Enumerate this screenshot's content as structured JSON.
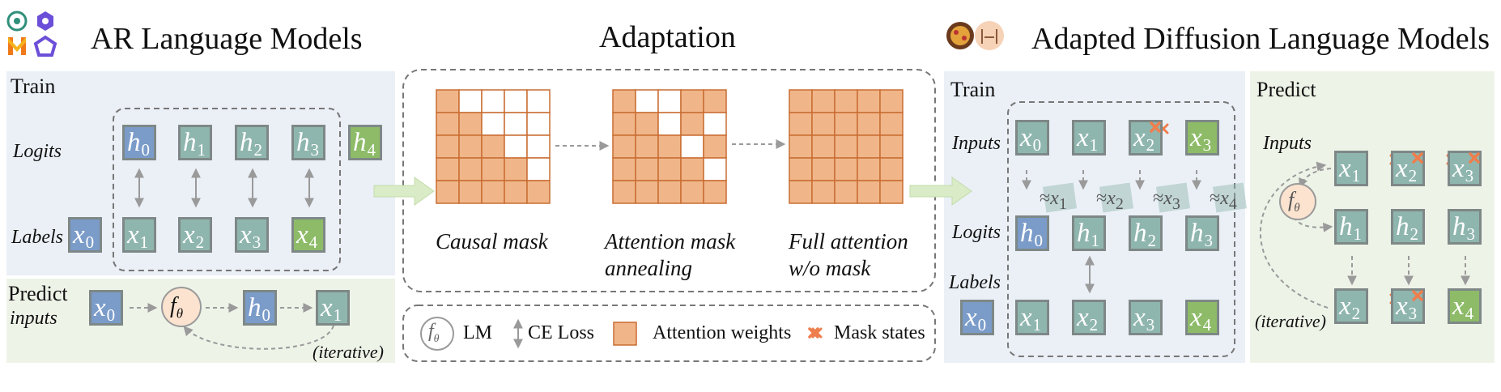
{
  "titles": {
    "ar": "AR Language Models",
    "adaptation": "Adaptation",
    "diffusion": "Adapted Diffusion Language Models"
  },
  "ar_panel": {
    "train_label": "Train",
    "predict_label": "Predict",
    "logits_label": "Logits",
    "labels_label": "Labels",
    "inputs_label": "inputs",
    "iterative_label": "(iterative)",
    "fn_symbol": "f",
    "fn_subscript": "θ"
  },
  "adaptation_panel": {
    "captions": [
      {
        "line1": "Causal mask",
        "line2": ""
      },
      {
        "line1": "Attention mask",
        "line2": "annealing"
      },
      {
        "line1": "Full attention",
        "line2": "w/o mask"
      }
    ]
  },
  "legend": {
    "lm_label": "LM",
    "ce_label": "CE Loss",
    "attn_label": "Attention weights",
    "mask_label": "Mask states",
    "mask_symbol": "×"
  },
  "diff_train": {
    "train_label": "Train",
    "inputs_label": "Inputs",
    "logits_label": "Logits",
    "labels_label": "Labels",
    "approx_symbol": "≈"
  },
  "diff_predict": {
    "predict_label": "Predict",
    "inputs_label": "Inputs",
    "iterative_label": "(iterative)"
  },
  "tokens": {
    "h": "h",
    "x": "x",
    "s0": "0",
    "s1": "1",
    "s2": "2",
    "s3": "3",
    "s4": "4"
  },
  "colors": {
    "ar_panel_bg": "#ebf0f7",
    "predict_bg": "#eef3e8",
    "token_teal": "#8fb6ae",
    "token_blue": "#7b9cc9",
    "token_green": "#8dbb68",
    "attention": "#f0b68a",
    "attention_border": "#c96d32",
    "mask_x": "#ef7e4d",
    "arrow": "#9a9a9a",
    "big_arrow": "#d9ebc7"
  },
  "icon_names": [
    "openai-icon",
    "llama-icon",
    "mistral-icon",
    "model-icon",
    "pizza-icon",
    "llama-face-icon"
  ]
}
